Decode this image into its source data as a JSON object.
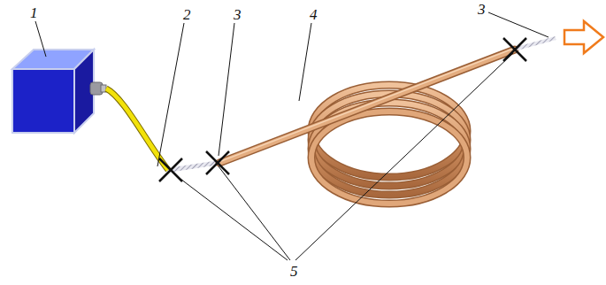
{
  "diagram": {
    "labels": [
      "1",
      "2",
      "3",
      "4",
      "3",
      "5"
    ]
  }
}
